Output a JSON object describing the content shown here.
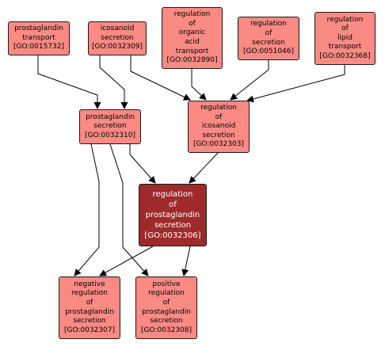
{
  "colors": {
    "node_fill": "#fa8a84",
    "focus_fill": "#9e2a2b",
    "edge": "#000000"
  },
  "nodes": {
    "prostaglandin_transport": {
      "lines": [
        "prostaglandin",
        "transport",
        "[GO:0015732]"
      ]
    },
    "icosanoid_secretion": {
      "lines": [
        "icosanoid",
        "secretion",
        "[GO:0032309]"
      ]
    },
    "regulation_of_organic_acid_transport": {
      "lines": [
        "regulation",
        "of",
        "organic",
        "acid",
        "transport",
        "[GO:0032890]"
      ]
    },
    "regulation_of_secretion": {
      "lines": [
        "regulation",
        "of",
        "secretion",
        "[GO:0051046]"
      ]
    },
    "regulation_of_lipid_transport": {
      "lines": [
        "regulation",
        "of",
        "lipid",
        "transport",
        "[GO:0032368]"
      ]
    },
    "prostaglandin_secretion": {
      "lines": [
        "prostaglandin",
        "secretion",
        "[GO:0032310]"
      ]
    },
    "regulation_of_icosanoid_secretion": {
      "lines": [
        "regulation",
        "of",
        "icosanoid",
        "secretion",
        "[GO:0032303]"
      ]
    },
    "regulation_of_prostaglandin_secretion": {
      "lines": [
        "regulation",
        "of",
        "prostaglandin",
        "secretion",
        "[GO:0032306]"
      ]
    },
    "negative_regulation_of_prostaglandin_secretion": {
      "lines": [
        "negative",
        "regulation",
        "of",
        "prostaglandin",
        "secretion",
        "[GO:0032307]"
      ]
    },
    "positive_regulation_of_prostaglandin_secretion": {
      "lines": [
        "positive",
        "regulation",
        "of",
        "prostaglandin",
        "secretion",
        "[GO:0032308]"
      ]
    }
  }
}
